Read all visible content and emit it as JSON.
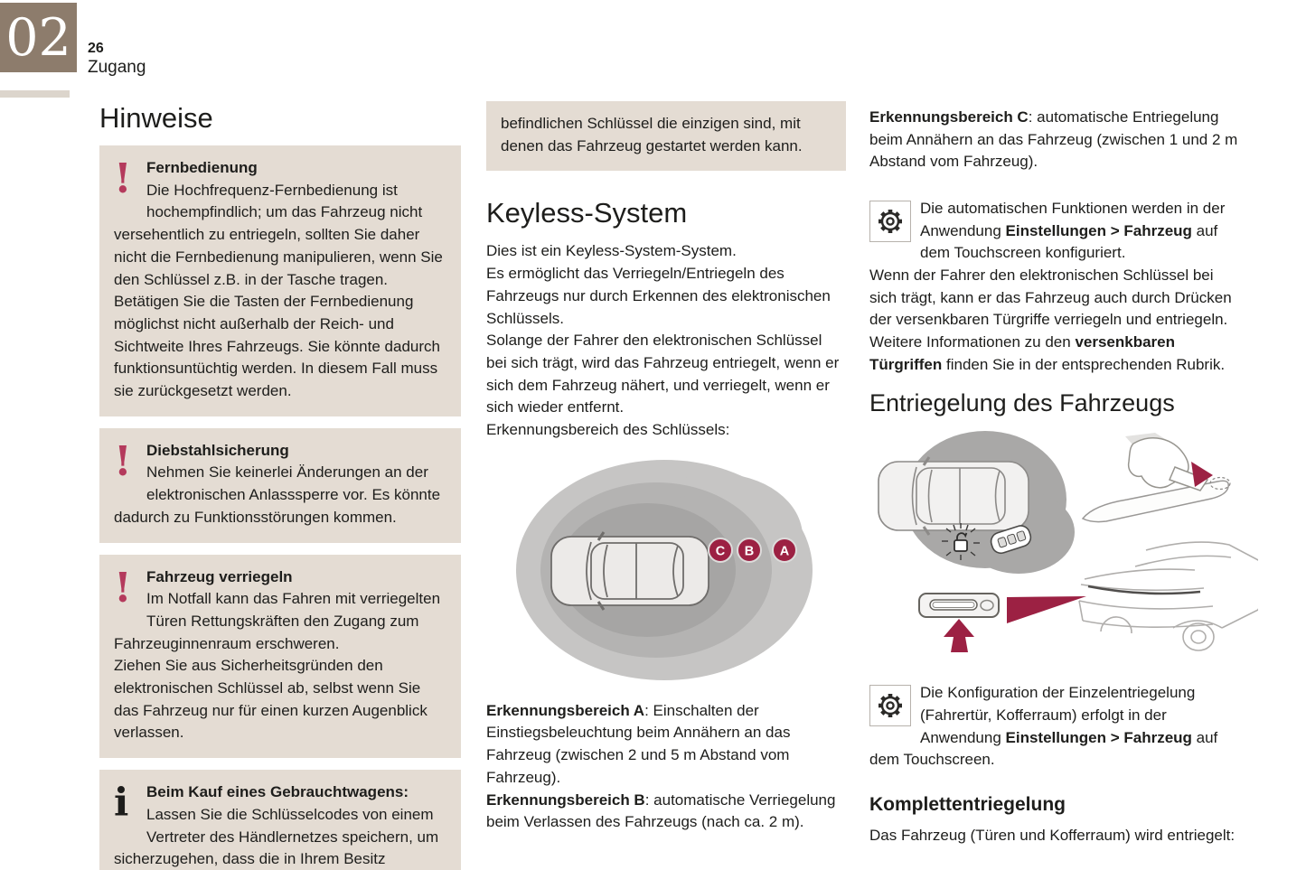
{
  "page": {
    "chapter": "02",
    "number": "26",
    "section": "Zugang"
  },
  "colors": {
    "accent_red": "#9c2143",
    "warning_red": "#b43a5c",
    "note_background": "#e4dcd3",
    "chapter_background": "#8d7c6c",
    "zone_outer_gray": "#c6c5c4",
    "zone_mid_gray": "#b4b3b2",
    "zone_inner_gray": "#a6a5a4"
  },
  "icons": {
    "warning": "!",
    "info": "i",
    "gear": "gear-outline"
  },
  "col1": {
    "heading": "Hinweise",
    "boxes": [
      {
        "title": "Fernbedienung",
        "body": "Die Hochfrequenz-Fernbedienung ist hochempfindlich; um das Fahrzeug nicht versehentlich zu entriegeln, sollten Sie daher nicht die Fernbedienung manipulieren, wenn Sie den Schlüssel z.B. in der Tasche tragen.\nBetätigen Sie die Tasten der Fernbedienung möglichst nicht außerhalb der Reich- und Sichtweite Ihres Fahrzeugs. Sie könnte dadurch funktionsuntüchtig werden. In diesem Fall muss sie zurückgesetzt werden."
      },
      {
        "title": "Diebstahlsicherung",
        "body": "Nehmen Sie keinerlei Änderungen an der elektronischen Anlasssperre vor. Es könnte dadurch zu Funktionsstörungen kommen."
      },
      {
        "title": "Fahrzeug verriegeln",
        "body": "Im Notfall kann das Fahren mit verriegelten Türen Rettungskräften den Zugang zum Fahrzeuginnenraum erschweren.\nZiehen Sie aus Sicherheitsgründen den elektronischen Schlüssel ab, selbst wenn Sie das Fahrzeug nur für einen kurzen Augenblick verlassen."
      },
      {
        "title": "Beim Kauf eines Gebrauchtwagens:",
        "body": "Lassen Sie die Schlüsselcodes von einem Vertreter des Händlernetzes speichern, um sicherzugehen, dass die in Ihrem Besitz"
      }
    ]
  },
  "col2": {
    "carryover": "befindlichen Schlüssel die einzigen sind, mit denen das Fahrzeug gestartet werden kann.",
    "heading": "Keyless-System",
    "intro": "Dies ist ein Keyless-System-System.\nEs ermöglicht das Verriegeln/Entriegeln des Fahrzeugs nur durch Erkennen des elektronischen Schlüssels.\nSolange der Fahrer den elektronischen Schlüssel bei sich trägt, wird das Fahrzeug entriegelt, wenn er sich dem Fahrzeug nähert, und verriegelt, wenn er sich wieder entfernt.\nErkennungsbereich des Schlüssels:",
    "figure": {
      "zones": [
        "C",
        "B",
        "A"
      ]
    },
    "zone_a": {
      "label": "Erkennungsbereich A",
      "text": ": Einschalten der Einstiegsbeleuchtung beim Annähern an das Fahrzeug (zwischen 2 und 5 m Abstand vom Fahrzeug)."
    },
    "zone_b": {
      "label": "Erkennungsbereich B",
      "text": ": automatische Verriegelung beim Verlassen des Fahrzeugs (nach ca. 2 m)."
    }
  },
  "col3": {
    "zone_c": {
      "label": "Erkennungsbereich C",
      "text": ": automatische Entriegelung beim Annähern an das Fahrzeug (zwischen 1 und 2 m Abstand vom Fahrzeug)."
    },
    "config_note": {
      "pre": "Die automatischen Funktionen werden in der Anwendung ",
      "bold": "Einstellungen > Fahrzeug",
      "post": " auf dem Touchscreen konfiguriert."
    },
    "keyless_doors": {
      "pre": "Wenn der Fahrer den elektronischen Schlüssel bei sich trägt, kann er das Fahrzeug auch durch Drücken der versenkbaren Türgriffe verriegeln und entriegeln.\nWeitere Informationen zu den ",
      "bold": "versenkbaren Türgriffen",
      "post": " finden Sie in der entsprechenden Rubrik."
    },
    "heading": "Entriegelung des Fahrzeugs",
    "config_note2": {
      "pre": "Die Konfiguration der Einzelentriegelung (Fahrertür, Kofferraum) erfolgt in der Anwendung ",
      "bold": "Einstellungen > Fahrzeug",
      "post": " auf dem Touchscreen."
    },
    "subheading": "Komplettentriegelung",
    "final": "Das Fahrzeug (Türen und Kofferraum) wird entriegelt:"
  }
}
